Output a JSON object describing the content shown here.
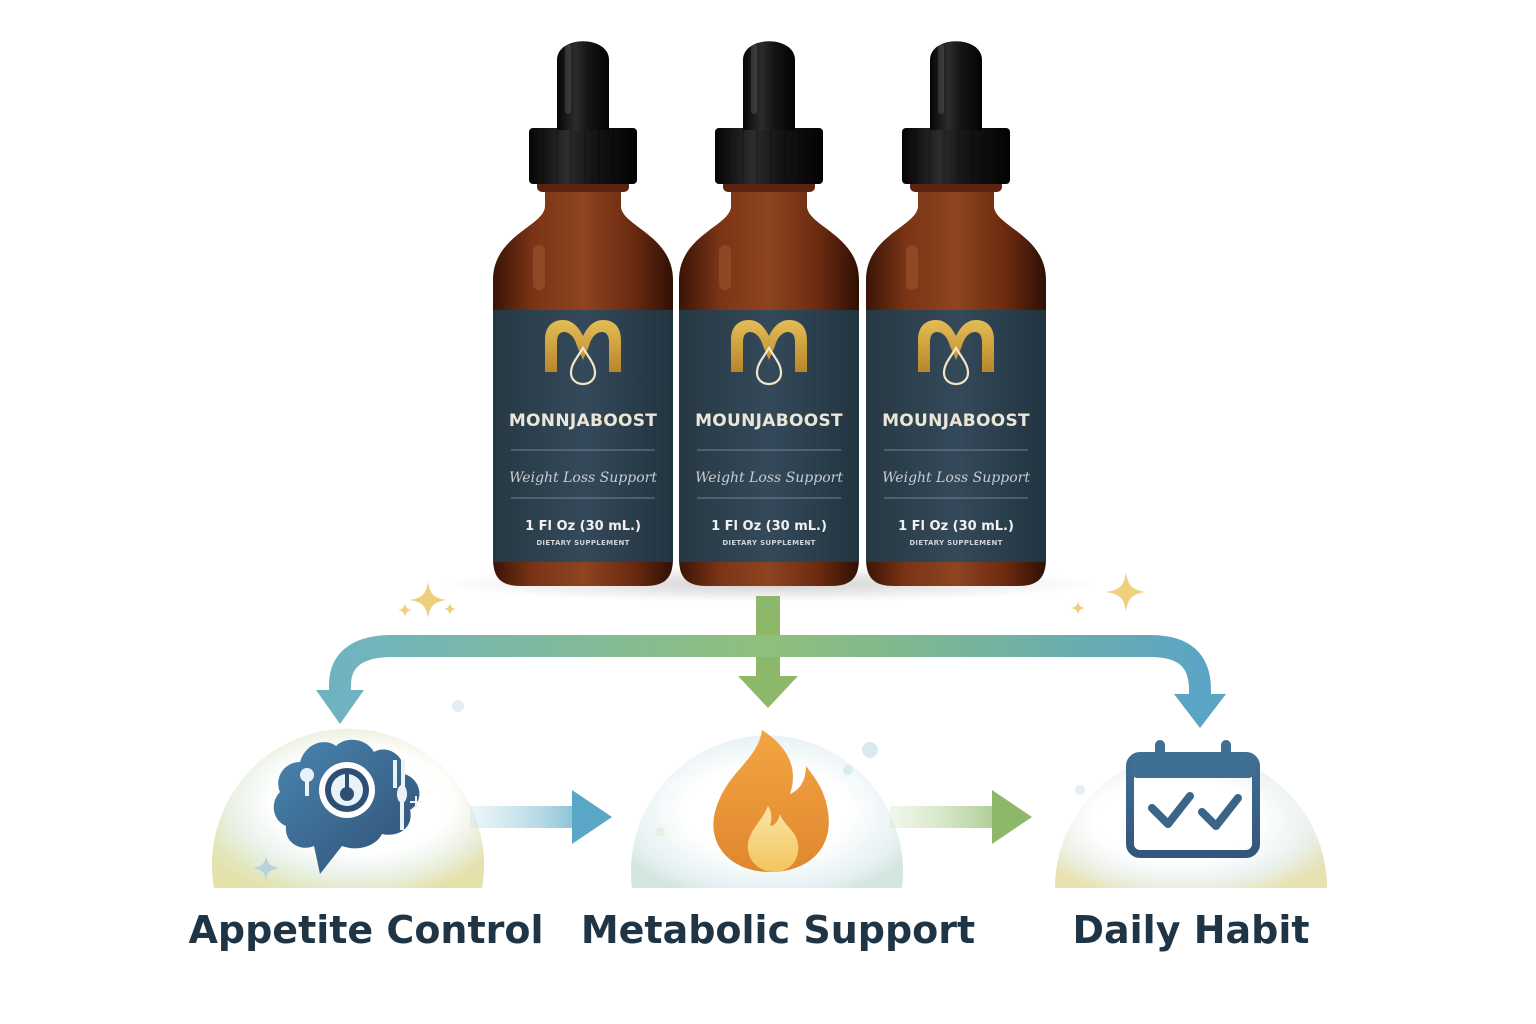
{
  "products": [
    {
      "brand": "MONNJABOOST",
      "tagline": "Weight Loss Support",
      "volume": "1 Fl Oz (30 mL.)",
      "type": "DIETARY SUPPLEMENT"
    },
    {
      "brand": "MOUNJABOOST",
      "tagline": "Weight Loss Support",
      "volume": "1 Fl Oz (30 mL.)",
      "type": "DIETARY SUPPLEMENT"
    },
    {
      "brand": "MOUNJABOOST",
      "tagline": "Weight Loss Support",
      "volume": "1 Fl Oz (30 mL.)",
      "type": "DIETARY SUPPLEMENT"
    }
  ],
  "benefits": [
    {
      "label": "Appetite Control",
      "icon": "brain-fork-icon"
    },
    {
      "label": "Metabolic Support",
      "icon": "flame-icon"
    },
    {
      "label": "Daily Habit",
      "icon": "calendar-check-icon"
    }
  ],
  "colors": {
    "label_bg": "#2f4552",
    "logo_gold": "#c9a23c",
    "bottle_amber": "#6b2a12",
    "arrow_green": "#8db86a",
    "arrow_blue": "#5aa3c4",
    "flame_orange": "#ef9a3a",
    "icon_navy": "#2f5375",
    "text_dark": "#1f3545"
  }
}
